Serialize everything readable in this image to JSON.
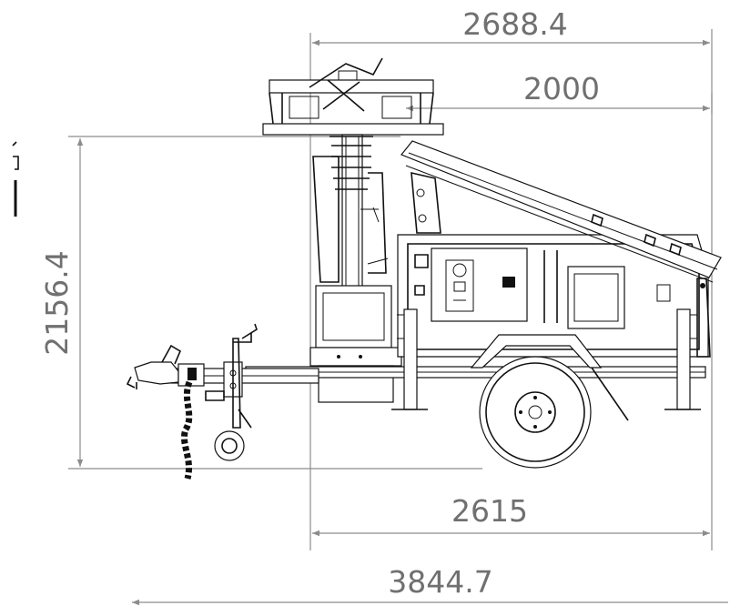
{
  "dimensions": {
    "top_overall": "2688.4",
    "top_inner": "2000",
    "height": "2156.4",
    "wheelbase": "2615",
    "overall_length": "3844.7"
  },
  "colors": {
    "dimension_line": "#8c8c8c",
    "dimension_text": "#707070",
    "drawing": "#111111"
  }
}
